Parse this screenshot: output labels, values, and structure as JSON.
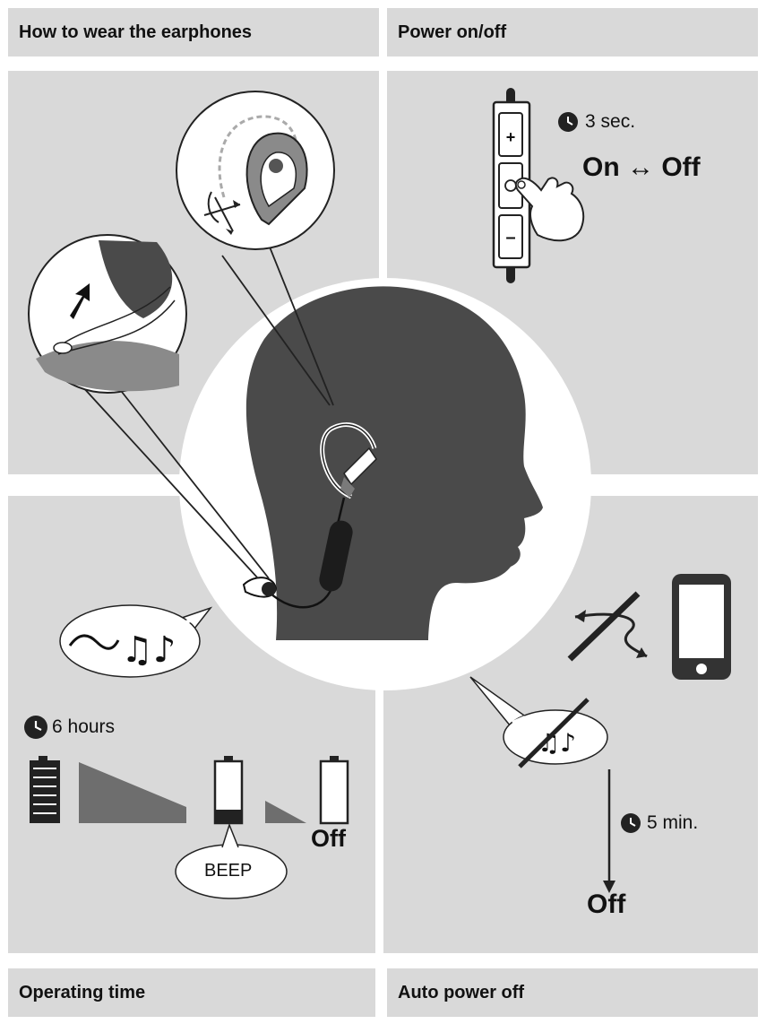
{
  "sections": {
    "wear": {
      "title": "How to wear the earphones"
    },
    "power": {
      "title": "Power on/off",
      "hold_time": "3 sec.",
      "toggle": "On ↔ Off"
    },
    "operating": {
      "title": "Operating time",
      "duration": "6 hours",
      "beep": "BEEP",
      "off": "Off"
    },
    "auto_off": {
      "title": "Auto power off",
      "wait_time": "5 min.",
      "off": "Off"
    }
  },
  "icons": [
    "clock-icon",
    "battery-icon",
    "smartphone-icon",
    "hand-icon",
    "music-note-icon",
    "head-icon",
    "earphone-icon"
  ],
  "colors": {
    "panel": "#d9d9d9",
    "head": "#4a4a4a",
    "dark": "#222222"
  }
}
